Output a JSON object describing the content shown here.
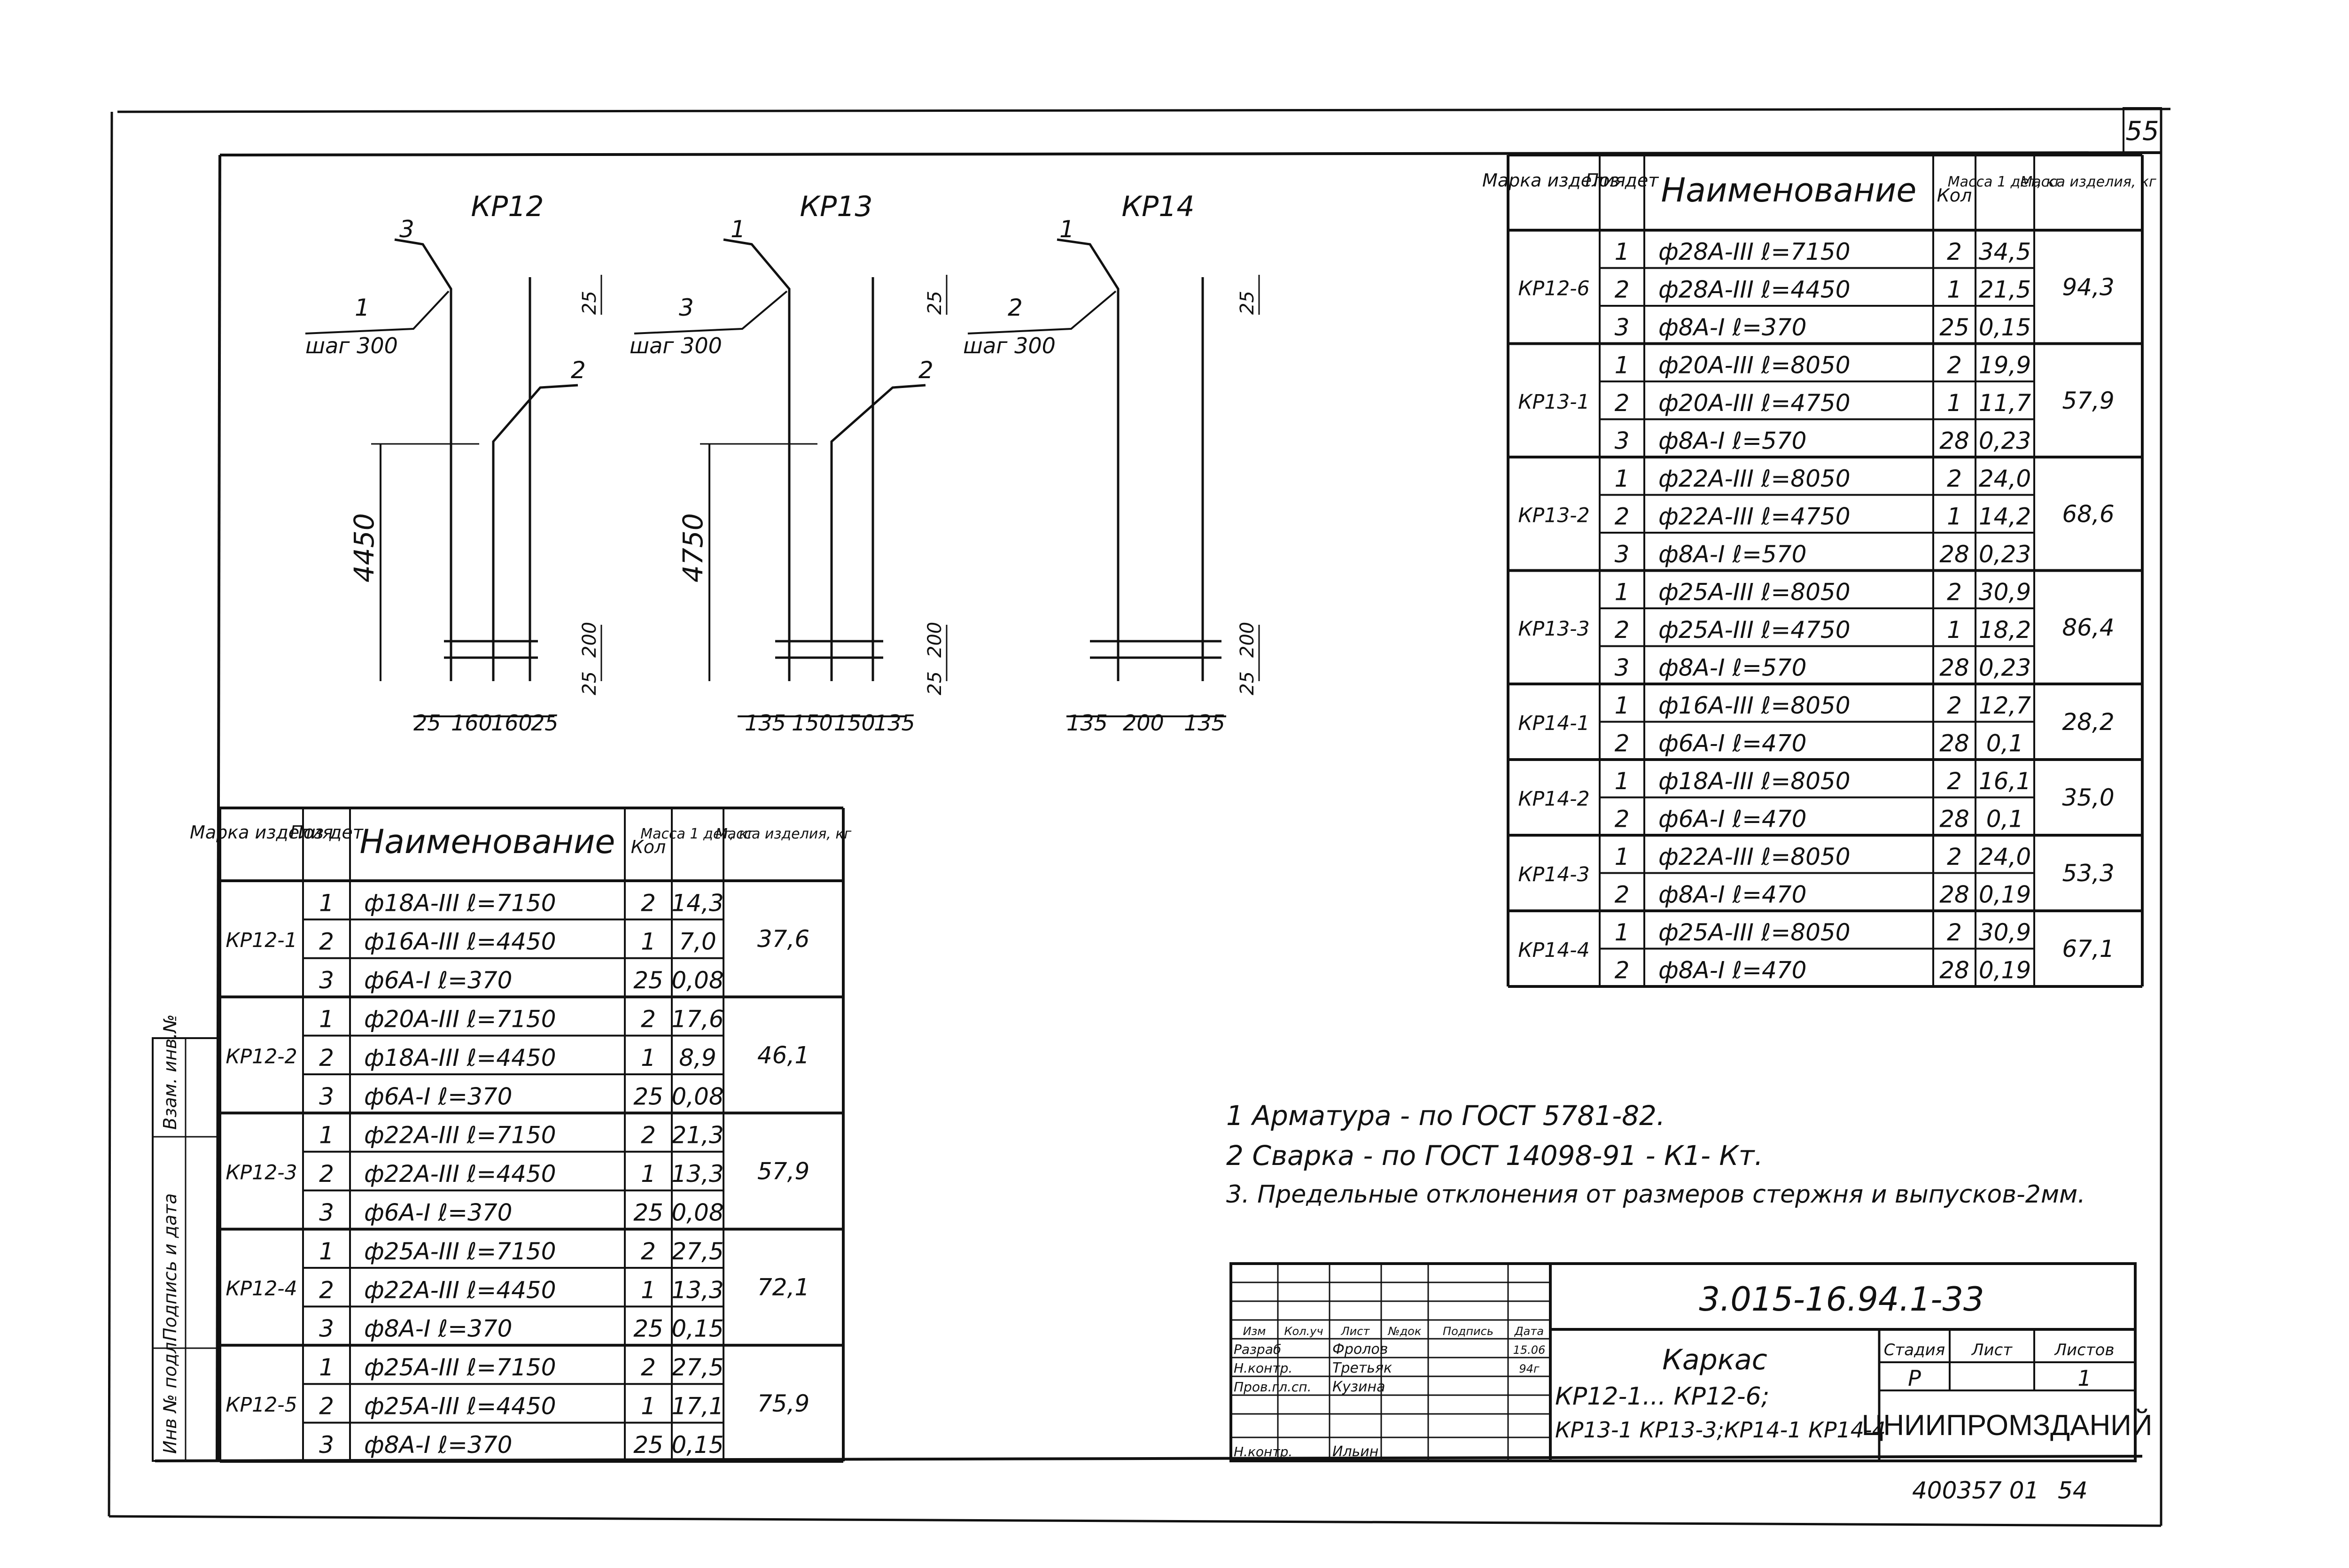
{
  "page_number": "55",
  "page_number_bottom": "54",
  "archive_number": "400357 01",
  "side_stamp": {
    "inv": "Инв № подл.",
    "sign": "Подпись и дата",
    "replace": "Взам. инв.№"
  },
  "drawings": [
    {
      "title": "КР12",
      "marker1": "1",
      "marker3": "3",
      "step": "шаг 300",
      "marker2": "2",
      "height": "4450",
      "top_dim": "25",
      "bot_dims": [
        "25",
        "200"
      ],
      "widths": [
        "25",
        "160",
        "160",
        "25"
      ]
    },
    {
      "title": "КР13",
      "marker1": "1",
      "marker3": "3",
      "step": "шаг 300",
      "marker2": "2",
      "height": "4750",
      "top_dim": "25",
      "bot_dims": [
        "25",
        "200"
      ],
      "widths": [
        "135",
        "150",
        "150",
        "135"
      ]
    },
    {
      "title": "КР14",
      "marker1": "1",
      "marker3": "2",
      "step": "шаг 300",
      "top_dim": "25",
      "bot_dims": [
        "25",
        "200"
      ],
      "widths": [
        "135",
        "200",
        "135"
      ]
    }
  ],
  "spec_table_left": {
    "headers": {
      "mark": "Марка изделия",
      "pos": "Поз дет",
      "name": "Наименование",
      "qty": "Кол",
      "mass1": "Масса 1 дет, кг",
      "mass_item": "Масса изделия, кг"
    },
    "groups": [
      {
        "mark": "КР12-1",
        "mass": "37,6",
        "rows": [
          {
            "pos": "1",
            "name": "ф18А-III   ℓ=7150",
            "qty": "2",
            "m": "14,3"
          },
          {
            "pos": "2",
            "name": "ф16А-III   ℓ=4450",
            "qty": "1",
            "m": "7,0"
          },
          {
            "pos": "3",
            "name": "ф6А-I   ℓ=370",
            "qty": "25",
            "m": "0,08"
          }
        ]
      },
      {
        "mark": "КР12-2",
        "mass": "46,1",
        "rows": [
          {
            "pos": "1",
            "name": "ф20А-III   ℓ=7150",
            "qty": "2",
            "m": "17,6"
          },
          {
            "pos": "2",
            "name": "ф18А-III   ℓ=4450",
            "qty": "1",
            "m": "8,9"
          },
          {
            "pos": "3",
            "name": "ф6А-I   ℓ=370",
            "qty": "25",
            "m": "0,08"
          }
        ]
      },
      {
        "mark": "КР12-3",
        "mass": "57,9",
        "rows": [
          {
            "pos": "1",
            "name": "ф22А-III   ℓ=7150",
            "qty": "2",
            "m": "21,3"
          },
          {
            "pos": "2",
            "name": "ф22А-III   ℓ=4450",
            "qty": "1",
            "m": "13,3"
          },
          {
            "pos": "3",
            "name": "ф6А-I   ℓ=370",
            "qty": "25",
            "m": "0,08"
          }
        ]
      },
      {
        "mark": "КР12-4",
        "mass": "72,1",
        "rows": [
          {
            "pos": "1",
            "name": "ф25А-III   ℓ=7150",
            "qty": "2",
            "m": "27,5"
          },
          {
            "pos": "2",
            "name": "ф22А-III   ℓ=4450",
            "qty": "1",
            "m": "13,3"
          },
          {
            "pos": "3",
            "name": "ф8А-I   ℓ=370",
            "qty": "25",
            "m": "0,15"
          }
        ]
      },
      {
        "mark": "КР12-5",
        "mass": "75,9",
        "rows": [
          {
            "pos": "1",
            "name": "ф25А-III   ℓ=7150",
            "qty": "2",
            "m": "27,5"
          },
          {
            "pos": "2",
            "name": "ф25А-III   ℓ=4450",
            "qty": "1",
            "m": "17,1"
          },
          {
            "pos": "3",
            "name": "ф8А-I   ℓ=370",
            "qty": "25",
            "m": "0,15"
          }
        ]
      }
    ]
  },
  "spec_table_right": {
    "headers": {
      "mark": "Марка изделия",
      "pos": "Поз дет",
      "name": "Наименование",
      "qty": "Кол",
      "mass1": "Масса 1 дет, кг",
      "mass_item": "Масса изделия, кг"
    },
    "groups": [
      {
        "mark": "КР12-6",
        "mass": "94,3",
        "rows": [
          {
            "pos": "1",
            "name": "ф28А-III   ℓ=7150",
            "qty": "2",
            "m": "34,5"
          },
          {
            "pos": "2",
            "name": "ф28А-III   ℓ=4450",
            "qty": "1",
            "m": "21,5"
          },
          {
            "pos": "3",
            "name": "ф8А-I   ℓ=370",
            "qty": "25",
            "m": "0,15"
          }
        ]
      },
      {
        "mark": "КР13-1",
        "mass": "57,9",
        "rows": [
          {
            "pos": "1",
            "name": "ф20А-III   ℓ=8050",
            "qty": "2",
            "m": "19,9"
          },
          {
            "pos": "2",
            "name": "ф20А-III   ℓ=4750",
            "qty": "1",
            "m": "11,7"
          },
          {
            "pos": "3",
            "name": "ф8А-I   ℓ=570",
            "qty": "28",
            "m": "0,23"
          }
        ]
      },
      {
        "mark": "КР13-2",
        "mass": "68,6",
        "rows": [
          {
            "pos": "1",
            "name": "ф22А-III   ℓ=8050",
            "qty": "2",
            "m": "24,0"
          },
          {
            "pos": "2",
            "name": "ф22А-III   ℓ=4750",
            "qty": "1",
            "m": "14,2"
          },
          {
            "pos": "3",
            "name": "ф8А-I   ℓ=570",
            "qty": "28",
            "m": "0,23"
          }
        ]
      },
      {
        "mark": "КР13-3",
        "mass": "86,4",
        "rows": [
          {
            "pos": "1",
            "name": "ф25А-III   ℓ=8050",
            "qty": "2",
            "m": "30,9"
          },
          {
            "pos": "2",
            "name": "ф25А-III   ℓ=4750",
            "qty": "1",
            "m": "18,2"
          },
          {
            "pos": "3",
            "name": "ф8А-I   ℓ=570",
            "qty": "28",
            "m": "0,23"
          }
        ]
      },
      {
        "mark": "КР14-1",
        "mass": "28,2",
        "rows": [
          {
            "pos": "1",
            "name": "ф16А-III   ℓ=8050",
            "qty": "2",
            "m": "12,7"
          },
          {
            "pos": "2",
            "name": "ф6А-I   ℓ=470",
            "qty": "28",
            "m": "0,1"
          }
        ]
      },
      {
        "mark": "КР14-2",
        "mass": "35,0",
        "rows": [
          {
            "pos": "1",
            "name": "ф18А-III   ℓ=8050",
            "qty": "2",
            "m": "16,1"
          },
          {
            "pos": "2",
            "name": "ф6А-I   ℓ=470",
            "qty": "28",
            "m": "0,1"
          }
        ]
      },
      {
        "mark": "КР14-3",
        "mass": "53,3",
        "rows": [
          {
            "pos": "1",
            "name": "ф22А-III   ℓ=8050",
            "qty": "2",
            "m": "24,0"
          },
          {
            "pos": "2",
            "name": "ф8А-I   ℓ=470",
            "qty": "28",
            "m": "0,19"
          }
        ]
      },
      {
        "mark": "КР14-4",
        "mass": "67,1",
        "rows": [
          {
            "pos": "1",
            "name": "ф25А-III   ℓ=8050",
            "qty": "2",
            "m": "30,9"
          },
          {
            "pos": "2",
            "name": "ф8А-I   ℓ=470",
            "qty": "28",
            "m": "0,19"
          }
        ]
      }
    ]
  },
  "notes": [
    "1 Арматура - по ГОСТ 5781-82.",
    "2 Сварка - по ГОСТ 14098-91 - К1- Кт.",
    "3. Предельные отклонения от размеров стержня и выпусков-2мм."
  ],
  "title_block": {
    "doc_code": "3.015-16.94.1-33",
    "title_line1": "Каркас",
    "title_line2": "КР12-1... КР12-6;",
    "title_line3": "КР13-1 КР13-3;КР14-1 КР14-4",
    "stage_label": "Стадия",
    "sheet_label": "Лист",
    "sheets_label": "Листов",
    "stage_value": "Р",
    "sheets_value": "1",
    "org": "ЦНИИПРОМЗДАНИЙ",
    "head_labels": [
      "Изм",
      "Кол.уч",
      "Лист",
      "№док",
      "Подпись",
      "Дата"
    ],
    "roles": [
      {
        "role": "Разраб",
        "name": "Фролов",
        "date": "15.06"
      },
      {
        "role": "Н.контр.",
        "name": "Третьяк",
        "date": "94г"
      },
      {
        "role": "Пров.гл.сп.",
        "name": "Кузина",
        "date": ""
      },
      {
        "role": "Н.контр.",
        "name": "Ильин",
        "date": ""
      }
    ]
  }
}
